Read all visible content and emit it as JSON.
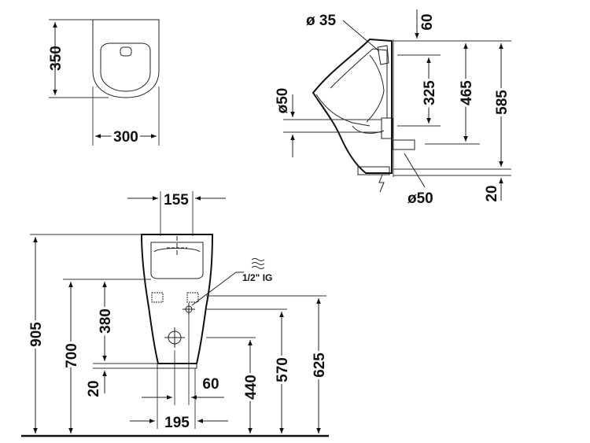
{
  "top_view": {
    "depth": "350",
    "width": "300"
  },
  "side_view": {
    "outlet_diameter": "ø 35",
    "top_offset": "60",
    "height_325": "325",
    "height_465": "465",
    "height_585": "585",
    "drain_diameter_left": "ø50",
    "drain_diameter_bottom": "ø50",
    "bottom_offset": "20"
  },
  "front_view": {
    "top_width": "155",
    "total_height": "905",
    "height_700": "700",
    "height_380": "380",
    "bottom_offset": "20",
    "inlet_label": "1/2\" IG",
    "offset_60": "60",
    "height_440": "440",
    "height_570": "570",
    "height_625": "625",
    "bottom_width": "195"
  },
  "icons": {
    "water_supply": "water-wave-icon",
    "power": "lightning-icon"
  }
}
